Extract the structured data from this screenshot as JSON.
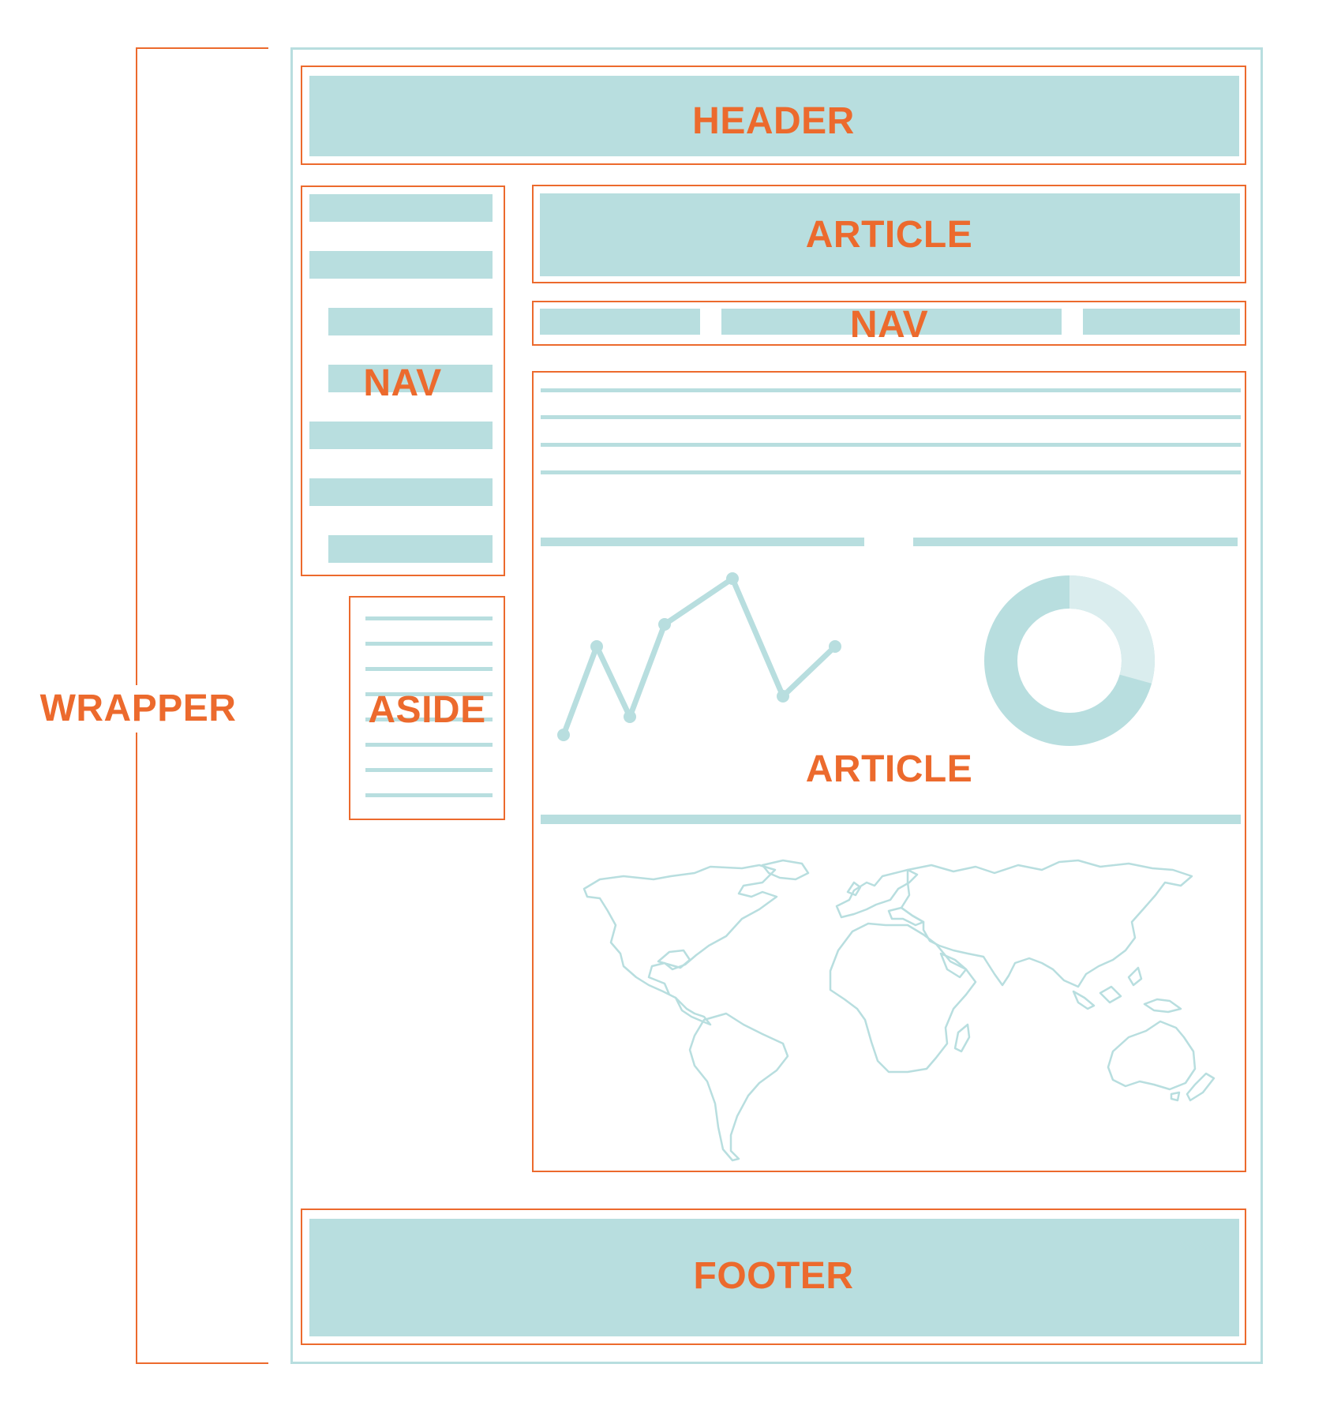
{
  "labels": {
    "wrapper": "WRAPPER",
    "header": "HEADER",
    "nav_side": "NAV",
    "nav_top": "NAV",
    "article_top": "ARTICLE",
    "article_main": "ARTICLE",
    "aside": "ASIDE",
    "footer": "FOOTER"
  },
  "colors": {
    "accent": "#ec6a2d",
    "block": "#b8dedf",
    "light_block": "#daedee",
    "wrapper_border": "#b8dedf"
  },
  "icons": {
    "line_chart": "line-chart-icon",
    "donut_chart": "donut-chart-icon",
    "world_map": "world-map-icon"
  }
}
